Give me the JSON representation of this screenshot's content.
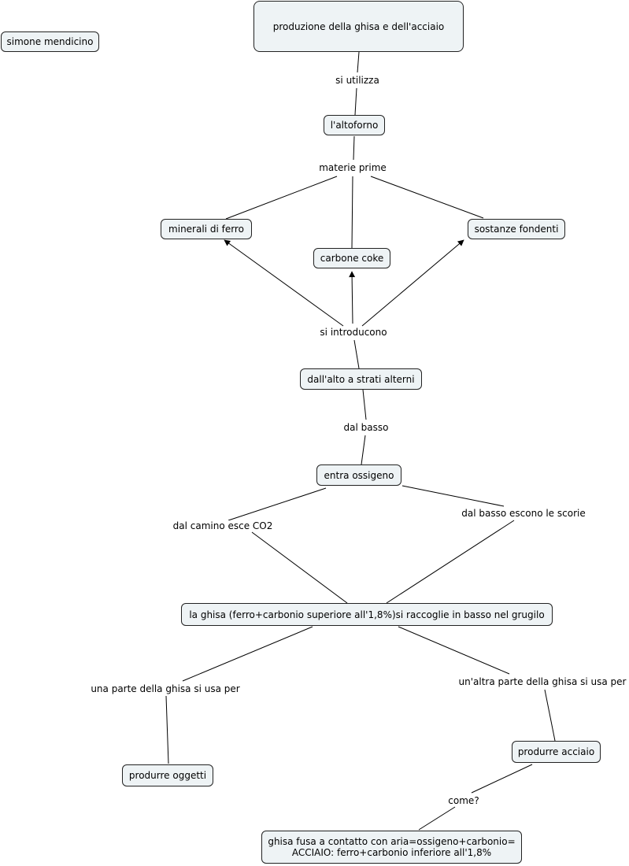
{
  "author": "simone mendicino",
  "nodes": {
    "root": "produzione della ghisa e dell'acciaio",
    "altoforno": "l'altoforno",
    "minerali": "minerali di ferro",
    "carbone": "carbone coke",
    "fondenti": "sostanze fondenti",
    "strati": "dall'alto a strati alterni",
    "ossigeno": "entra ossigeno",
    "ghisa": "la ghisa (ferro+carbonio superiore all'1,8%)si raccoglie in basso nel grugilo",
    "oggetti": "produrre oggetti",
    "acciaio": "produrre acciaio",
    "fusa": "ghisa fusa a contatto con aria=ossigeno+carbonio=\nACCIAIO: ferro+carbonio inferiore all'1,8%"
  },
  "links": {
    "utilizza": "si utilizza",
    "materie": "materie prime",
    "introducono": "si introducono",
    "basso": "dal basso",
    "camino": "dal camino esce CO2",
    "scorie": "dal basso escono le scorie",
    "parte": "una parte della ghisa si usa per",
    "altra": "un'altra parte della ghisa si usa per",
    "come": "come?"
  }
}
